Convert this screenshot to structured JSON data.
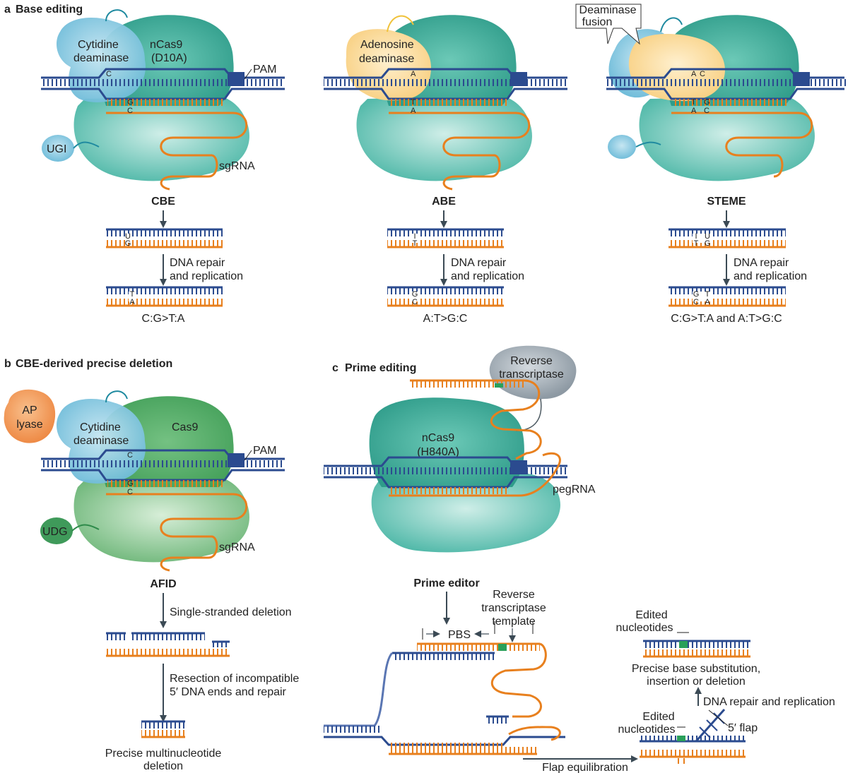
{
  "colors": {
    "blue_strand": "#2b4b8f",
    "orange_strand": "#e8801e",
    "cas9_teal": "#4fb8a8",
    "cas9_green": "#6fb77a",
    "cytidine_blue": "#7cc4dd",
    "adenosine_yellow": "#fbd58c",
    "ap_lyase_orange": "#f39a55",
    "rt_grey": "#9ea8b1",
    "arrow": "#3b4a55",
    "edit_green": "#2aa05a"
  },
  "panel_a": {
    "title_letter": "a",
    "title": "Base editing",
    "cbe": {
      "deaminase_label_1": "Cytidine",
      "deaminase_label_2": "deaminase",
      "cas9_label_1": "nCas9",
      "cas9_label_2": "(D10A)",
      "pam_label": "PAM",
      "ugi_label": "UGI",
      "sgrna_label": "sgRNA",
      "base_top": "C",
      "base_bottom_1": "G",
      "base_bottom_2": "C",
      "editor_label": "CBE",
      "intermediate_top": "U",
      "intermediate_bottom": "G",
      "repair_label_1": "DNA repair",
      "repair_label_2": "and replication",
      "final_top": "T",
      "final_bottom": "A",
      "outcome": "C:G>T:A"
    },
    "abe": {
      "deaminase_label_1": "Adenosine",
      "deaminase_label_2": "deaminase",
      "base_top": "A",
      "base_bottom_1": "T",
      "base_bottom_2": "A",
      "editor_label": "ABE",
      "intermediate_top": "I",
      "intermediate_bottom": "T",
      "repair_label_1": "DNA repair",
      "repair_label_2": "and replication",
      "final_top": "G",
      "final_bottom": "C",
      "outcome": "A:T>G:C"
    },
    "steme": {
      "callout_1": "Deaminase",
      "callout_2": "fusion",
      "base_top_1": "A",
      "base_top_2": "C",
      "base_bottom_1": "T",
      "base_bottom_2": "A",
      "base_bottom_3": "G",
      "base_bottom_4": "C",
      "editor_label": "STEME",
      "intermediate_top_1": "I",
      "intermediate_top_2": "U",
      "intermediate_bottom_1": "T",
      "intermediate_bottom_2": "G",
      "repair_label_1": "DNA repair",
      "repair_label_2": "and replication",
      "final_top_1": "G",
      "final_top_2": "T",
      "final_bottom_1": "C",
      "final_bottom_2": "A",
      "outcome": "C:G>T:A and A:T>G:C"
    }
  },
  "panel_b": {
    "title_letter": "b",
    "title": "CBE-derived precise deletion",
    "ap_lyase_1": "AP",
    "ap_lyase_2": "lyase",
    "deaminase_label_1": "Cytidine",
    "deaminase_label_2": "deaminase",
    "cas9_label": "Cas9",
    "pam_label": "PAM",
    "udg_label": "UDG",
    "sgrna_label": "sgRNA",
    "base_top": "C",
    "base_bottom_1": "G",
    "base_bottom_2": "C",
    "editor_label": "AFID",
    "step1_label": "Single-stranded deletion",
    "step2_label_1": "Resection of incompatible",
    "step2_label_2": "5′ DNA ends and repair",
    "outcome_1": "Precise multinucleotide",
    "outcome_2": "deletion"
  },
  "panel_c": {
    "title_letter": "c",
    "title": "Prime editing",
    "rt_label_1": "Reverse",
    "rt_label_2": "transcriptase",
    "cas9_label_1": "nCas9",
    "cas9_label_2": "(H840A)",
    "pegrna_label": "pegRNA",
    "editor_label": "Prime editor",
    "rtt_label_1": "Reverse",
    "rtt_label_2": "transcriptase",
    "rtt_label_3": "template",
    "pbs_label": "PBS",
    "flap_eq_label": "Flap equilibration",
    "edited_label_1": "Edited",
    "edited_label_2": "nucleotides",
    "flap_label": "5′ flap",
    "repair_label": "DNA repair and replication",
    "outcome_1": "Precise base substitution,",
    "outcome_2": "insertion or deletion"
  }
}
